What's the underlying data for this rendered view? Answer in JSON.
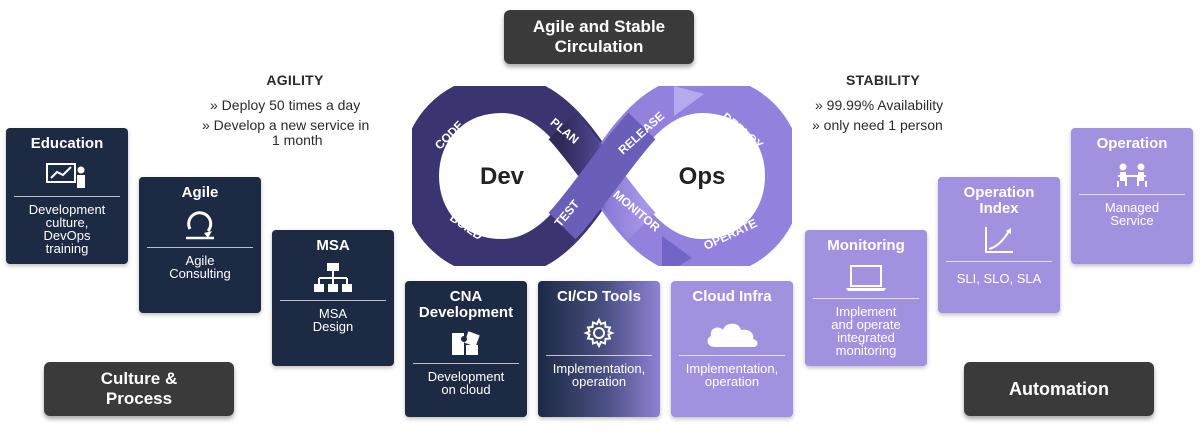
{
  "top_label": {
    "line1": "Agile and Stable",
    "line2": "Circulation"
  },
  "agility": {
    "heading": "AGILITY",
    "bullets": [
      "» Deploy 50 times a day",
      "» Develop a new service in",
      "1 month"
    ]
  },
  "stability": {
    "heading": "STABILITY",
    "bullets": [
      "» 99.99% Availability",
      "» only need 1 person"
    ]
  },
  "loop": {
    "dev": "Dev",
    "ops": "Ops",
    "stages": {
      "code": "CODE",
      "plan": "PLAN",
      "build": "BUILD",
      "test": "TEST",
      "release": "RELEASE",
      "deploy": "DEPLOY",
      "monitor": "MONITOR",
      "operate": "OPERATE"
    }
  },
  "cards": {
    "education": {
      "title": "Education",
      "desc": [
        "Development",
        "culture,",
        "DevOps",
        "training"
      ],
      "icon": "presentation-icon"
    },
    "agile": {
      "title": "Agile",
      "desc": [
        "Agile",
        "Consulting"
      ],
      "icon": "cycle-icon"
    },
    "msa": {
      "title": "MSA",
      "desc": [
        "MSA",
        "Design"
      ],
      "icon": "hierarchy-icon"
    },
    "cna": {
      "title": [
        "CNA",
        "Development"
      ],
      "desc": [
        "Development",
        "on cloud"
      ],
      "icon": "puzzle-icon"
    },
    "cicd": {
      "title": "CI/CD Tools",
      "desc": [
        "Implementation,",
        "operation"
      ],
      "icon": "gear-icon"
    },
    "cloud": {
      "title": "Cloud Infra",
      "desc": [
        "Implementation,",
        "operation"
      ],
      "icon": "cloud-icon"
    },
    "monitoring": {
      "title": "Monitoring",
      "desc": [
        "Implement",
        "and operate",
        "integrated",
        "monitoring"
      ],
      "icon": "laptop-icon"
    },
    "opindex": {
      "title": [
        "Operation",
        "Index"
      ],
      "desc": [
        "SLI, SLO, SLA"
      ],
      "icon": "growth-chart-icon"
    },
    "operation": {
      "title": "Operation",
      "desc": [
        "Managed",
        "Service"
      ],
      "icon": "meeting-icon"
    }
  },
  "bottom_labels": {
    "culture": {
      "line1": "Culture &",
      "line2": "Process"
    },
    "automation": "Automation"
  },
  "colors": {
    "navy": "#1c2a44",
    "lavender": "#a192df",
    "dark_label": "#3a3a3a",
    "loop_dark": "#3b3368",
    "loop_light": "#9a89e0"
  }
}
